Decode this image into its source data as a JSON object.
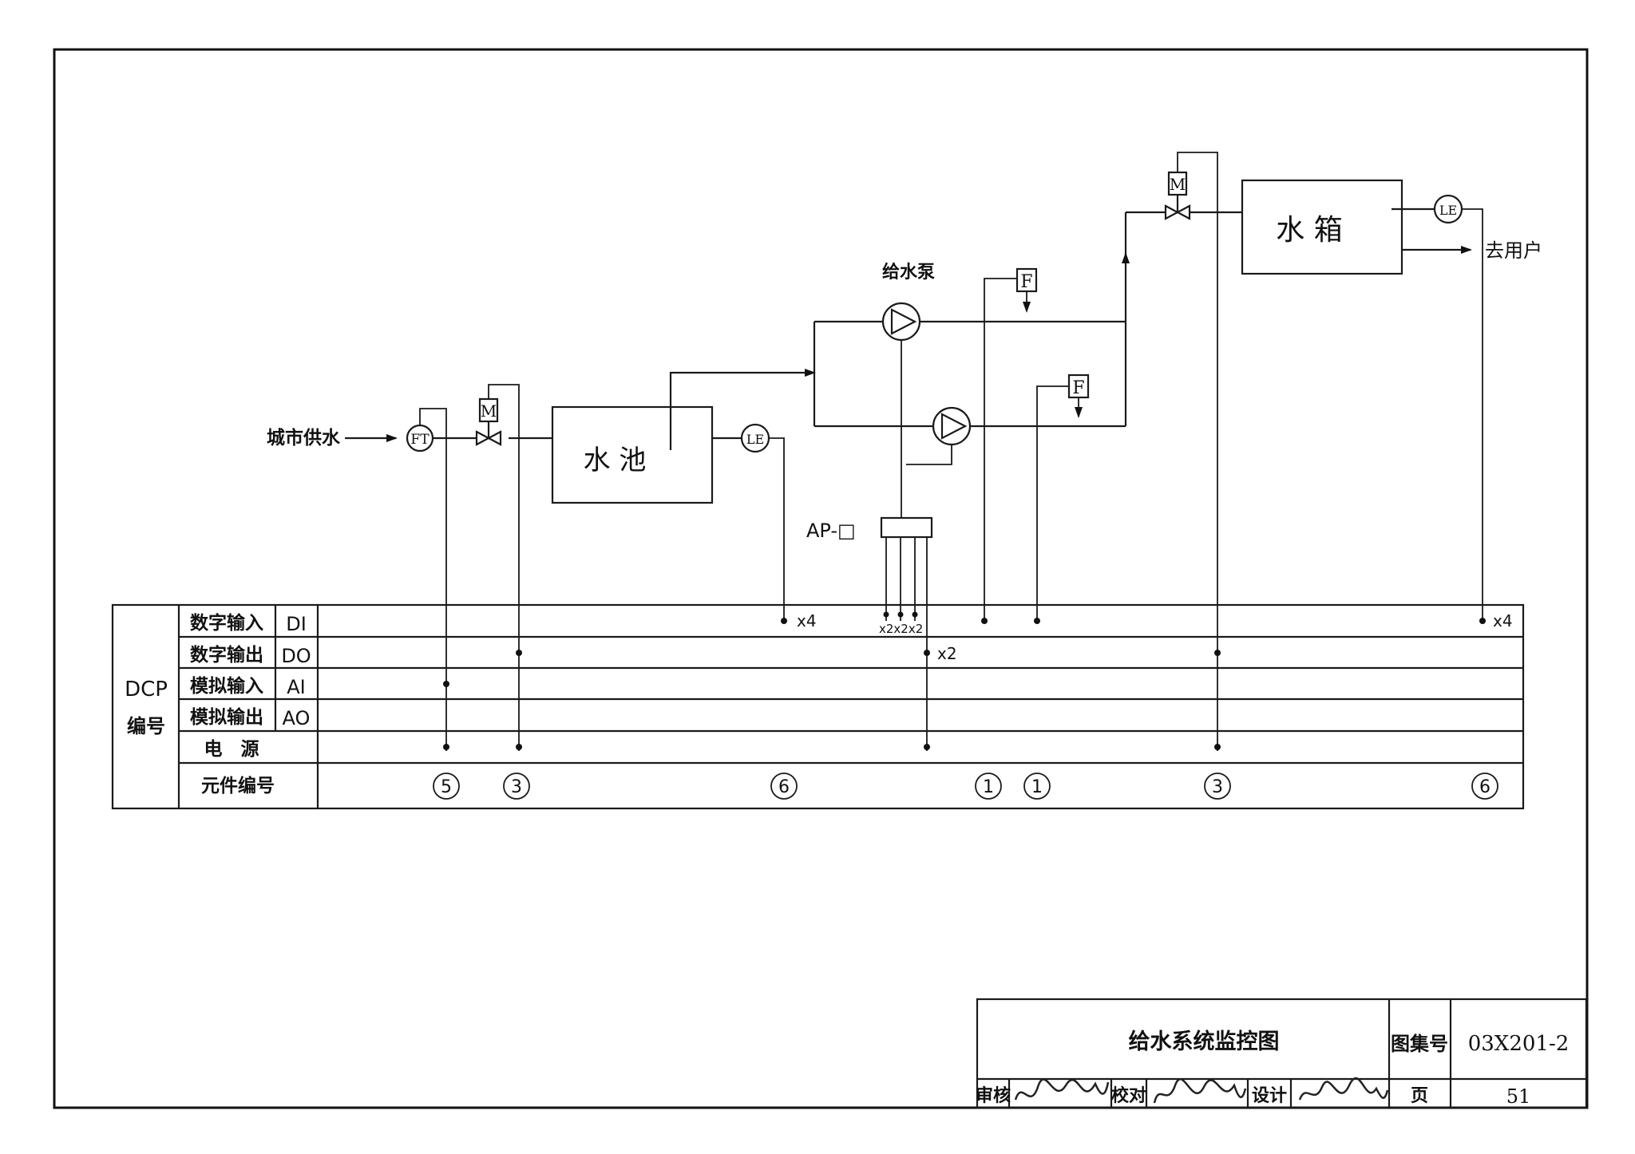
{
  "diagram": {
    "labels": {
      "city_supply": "城市供水",
      "pool": "水 池",
      "tank": "水 箱",
      "pump": "给水泵",
      "to_user": "去用户",
      "ap": "AP-□"
    },
    "instrument_tags": {
      "ft": "FT",
      "le": "LE",
      "m": "M",
      "f": "F"
    },
    "multipliers": {
      "x4": "x4",
      "x2": "x2",
      "x2x3": "x2x2x2"
    }
  },
  "dcp_table": {
    "header": "DCP",
    "header2": "编号",
    "rows": [
      {
        "name": "数字输入",
        "code": "DI"
      },
      {
        "name": "数字输出",
        "code": "DO"
      },
      {
        "name": "模拟输入",
        "code": "AI"
      },
      {
        "name": "模拟输出",
        "code": "AO"
      }
    ],
    "power_row": "电　源",
    "component_row": "元件编号",
    "component_numbers": [
      "5",
      "3",
      "6",
      "1",
      "1",
      "3",
      "6"
    ]
  },
  "title_block": {
    "title": "给水系统监控图",
    "atlas_label": "图集号",
    "atlas_no": "03X201-2",
    "review": "审核",
    "check": "校对",
    "design": "设计",
    "page_label": "页",
    "page_no": "51"
  }
}
